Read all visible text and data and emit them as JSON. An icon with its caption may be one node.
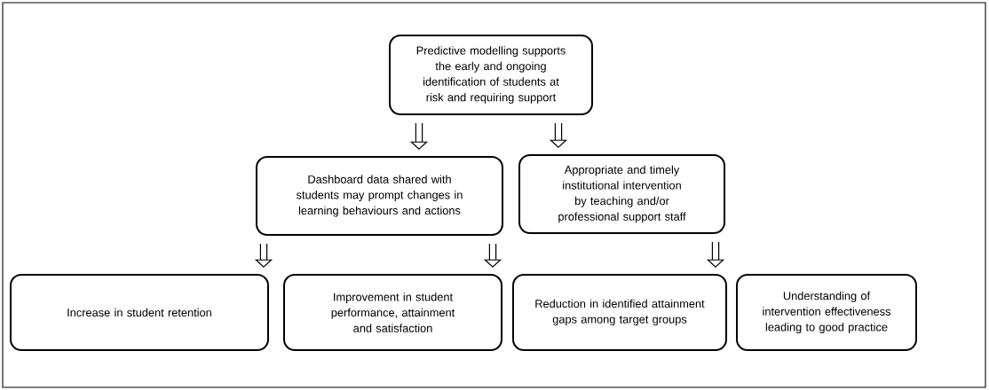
{
  "diagram": {
    "nodes": [
      {
        "text": [
          "Predictive modelling supports the early and ongoing identification of students at risk and requiring support"
        ]
      },
      {
        "text": [
          "Dashboard data shared with students may prompt changes in learning behaviours and actions"
        ]
      },
      {
        "text": [
          "Appropriate and timely institutional intervention by teaching and/or professional support staff"
        ]
      },
      {
        "text": [
          "Increase in student retention"
        ]
      },
      {
        "text": [
          "Improvement in student performance, attainment and satisfaction"
        ]
      },
      {
        "text": [
          "Reduction in identified attainment gaps among target groups"
        ]
      },
      {
        "text": [
          "Understanding of intervention effectiveness leading to good practice"
        ]
      }
    ],
    "edges": [
      {
        "from": 0,
        "to": 1,
        "arrow": "to"
      },
      {
        "from": 0,
        "to": 2,
        "arrow": "to"
      },
      {
        "from": 1,
        "to": 3,
        "arrow": "to"
      },
      {
        "from": 1,
        "to": 4,
        "arrow": "to"
      },
      {
        "from": 2,
        "to": 5,
        "arrow": "to"
      }
    ]
  }
}
